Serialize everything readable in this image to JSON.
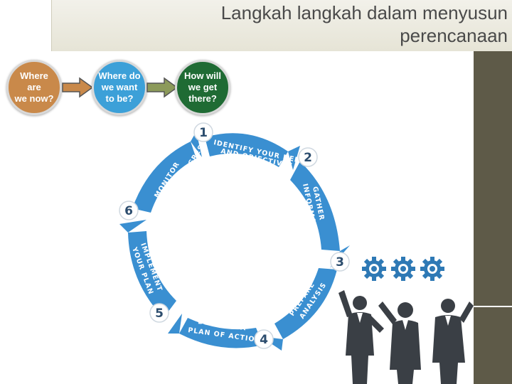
{
  "slide": {
    "title_line1": "Langkah langkah dalam menyusun",
    "title_line2": "perencanaan"
  },
  "questions": [
    {
      "line1": "Where are",
      "line2": "we now?",
      "color": "#c9894a"
    },
    {
      "line1": "Where do",
      "line2": "we want",
      "line3": "to be?",
      "color": "#3ca0d8"
    },
    {
      "line1": "How will",
      "line2": "we get",
      "line3": "there?",
      "color": "#1f6b34"
    }
  ],
  "cycle": {
    "color": "#3a8fd1",
    "steps": [
      {
        "number": "1",
        "label_line1": "IDENTIFY YOUR NEEDS",
        "label_line2": "AND OBJECTIVES"
      },
      {
        "number": "2",
        "label_line1": "GATHER",
        "label_line2": "INFORMATION"
      },
      {
        "number": "3",
        "label_line1": "PREPARE",
        "label_line2": "ANALYSIS"
      },
      {
        "number": "4",
        "label_line1": "DEVELOP A",
        "label_line2": "PLAN OF ACTION"
      },
      {
        "number": "5",
        "label_line1": "IMPLEMENT",
        "label_line2": "YOUR PLAN"
      },
      {
        "number": "6",
        "label_line1": "MONITOR",
        "label_line2": "YOUR PROGRESS"
      }
    ]
  },
  "illustration": {
    "subject": "businessmen-with-gears",
    "gear_color": "#2e79b5",
    "suit_color": "#3a3f45"
  }
}
